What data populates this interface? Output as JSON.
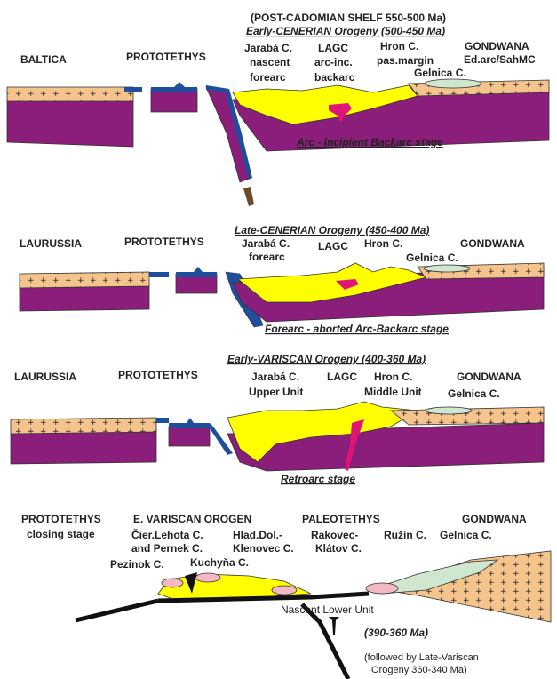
{
  "panel1": {
    "header": "(POST-CADOMIAN SHELF 550-500 Ma)",
    "orogeny": "Early-CENERIAN Orogeny (500-450 Ma)",
    "baltica": "BALTICA",
    "prototethys": "PROTOTETHYS",
    "jaraba_1": "Jarabá C.",
    "jaraba_2": "nascent",
    "jaraba_3": "forearc",
    "lagc_1": "LAGC",
    "lagc_2": "arc-inc.",
    "lagc_3": "backarc",
    "hron_1": "Hron C.",
    "hron_2": "pas.margin",
    "gondwana": "GONDWANA",
    "edarc": "Ed.arc/SahMC",
    "gelnica": "Gelnica C.",
    "stage": "Arc - incipient Backarc stage"
  },
  "panel2": {
    "orogeny": "Late-CENERIAN Orogeny (450-400 Ma)",
    "laurussia": "LAURUSSIA",
    "prototethys": "PROTOTETHYS",
    "jaraba_1": "Jarabá C.",
    "jaraba_2": "forearc",
    "lagc": "LAGC",
    "hron": "Hron C.",
    "gondwana": "GONDWANA",
    "gelnica": "Gelnica C.",
    "stage": "Forearc - aborted Arc-Backarc stage"
  },
  "panel3": {
    "orogeny": "Early-VARISCAN Orogeny (400-360 Ma)",
    "laurussia": "LAURUSSIA",
    "prototethys": "PROTOTETHYS",
    "jaraba": "Jarabá C.",
    "lagc": "LAGC",
    "hron": "Hron C.",
    "gondwana": "GONDWANA",
    "upper": "Upper Unit",
    "middle": "Middle Unit",
    "gelnica": "Gelnica C.",
    "stage": "Retroarc stage"
  },
  "panel4": {
    "prototethys_1": "PROTOTETHYS",
    "prototethys_2": "closing stage",
    "orogen": "E. VARISCAN OROGEN",
    "paleotethys": "PALEOTETHYS",
    "gondwana": "GONDWANA",
    "cier_1": "Čier.Lehota C.",
    "cier_2": "and Pernek C.",
    "hlad_1": "Hlad.Dol.-",
    "hlad_2": "Klenovec C.",
    "rak_1": "Rakovec-",
    "rak_2": "Klátov C.",
    "ruzin": "Ružín C.",
    "gelnica": "Gelnica C.",
    "pezinok": "Pezinok C.",
    "kuchyna": "Kuchyňa C.",
    "nascent": "Nascent Lower Unit",
    "age": "(390-360 Ma)",
    "note_1": "(followed by Late-Variscan",
    "note_2": "Orogeny 360-340 Ma)"
  },
  "colors": {
    "crust": "#f5c38c",
    "mantle": "#8b1e7a",
    "arc": "#ffff00",
    "oceanic": "#1f4e9c",
    "gelnica": "#cfe6cf",
    "magma": "#e0157a"
  }
}
